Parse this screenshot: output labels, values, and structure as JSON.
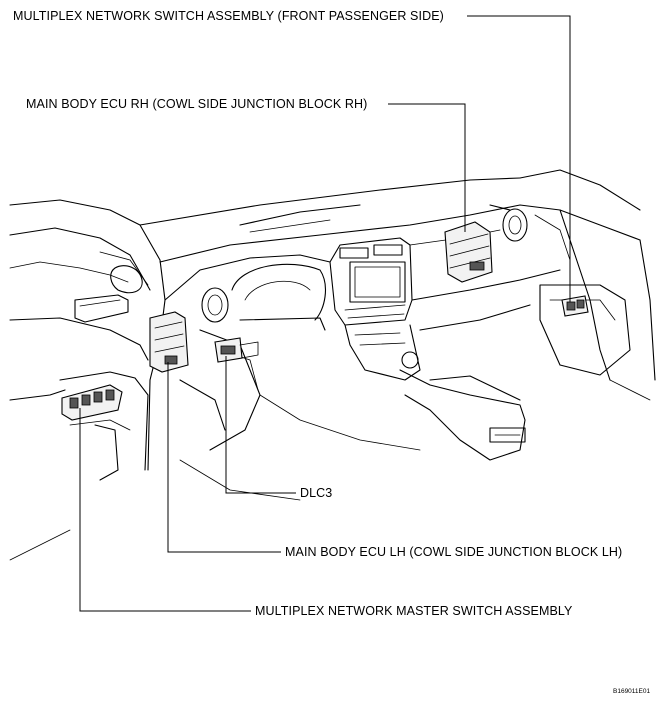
{
  "labels": {
    "switch_passenger": "MULTIPLEX NETWORK SWITCH ASSEMBLY (FRONT PASSENGER SIDE)",
    "ecu_rh": "MAIN BODY ECU RH (COWL SIDE JUNCTION BLOCK RH)",
    "dlc3": "DLC3",
    "ecu_lh": "MAIN BODY ECU LH (COWL SIDE JUNCTION BLOCK LH)",
    "master_switch": "MULTIPLEX NETWORK MASTER SWITCH ASSEMBLY"
  },
  "figure_id": "B169011E01"
}
